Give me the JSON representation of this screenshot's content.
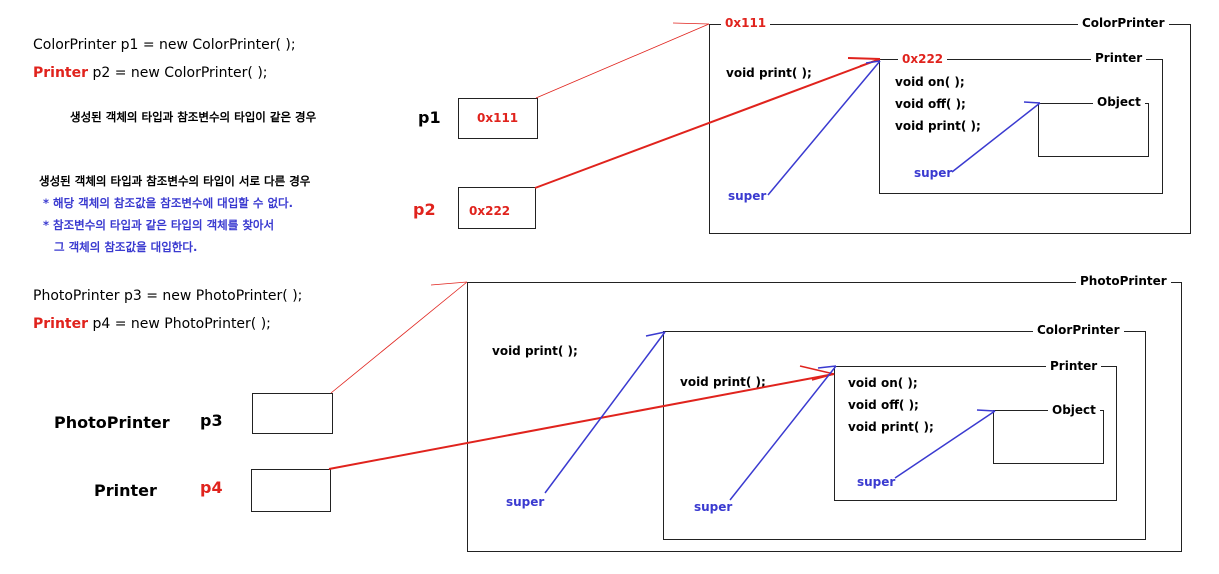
{
  "colors": {
    "red": "#e0231d",
    "blue": "#3a3ad0",
    "black": "#222222"
  },
  "code": {
    "line1": "ColorPrinter  p1 = new ColorPrinter( );",
    "line2_kw": "Printer",
    "line2_rest": " p2 = new ColorPrinter( );",
    "line3": "PhotoPrinter p3 = new PhotoPrinter( );",
    "line4_kw": "Printer",
    "line4_rest": " p4 = new PhotoPrinter( );"
  },
  "notes": {
    "same": "생성된 객체의 타입과 참조변수의 타입이 같은 경우",
    "diff": "생성된 객체의 타입과 참조변수의 타입이 서로 다른 경우",
    "bullet1": "* 해당 객체의 참조값을 참조변수에 대입할 수 없다.",
    "bullet2a": "* 참조변수의 타입과 같은 타입의 객체를 찾아서",
    "bullet2b": "그 객체의 참조값을 대입한다."
  },
  "vars": {
    "p1": "p1",
    "p1_value": "0x111",
    "p2": "p2",
    "p2_value": "0x222",
    "p3_type": "PhotoPrinter",
    "p3": "p3",
    "p4_type": "Printer",
    "p4": "p4"
  },
  "top": {
    "colorprinter": {
      "title": "ColorPrinter",
      "address": "0x111",
      "method": "void print( );",
      "super": "super"
    },
    "printer": {
      "title": "Printer",
      "address": "0x222",
      "methods": [
        "void on( );",
        "void off( );",
        "void print( );"
      ],
      "super": "super"
    },
    "object": {
      "title": "Object"
    }
  },
  "bottom": {
    "photoprinter": {
      "title": "PhotoPrinter",
      "method": "void print( );",
      "super": "super"
    },
    "colorprinter": {
      "title": "ColorPrinter",
      "method": "void print( );",
      "super": "super"
    },
    "printer": {
      "title": "Printer",
      "methods": [
        "void on( );",
        "void off( );",
        "void print( );"
      ],
      "super": "super"
    },
    "object": {
      "title": "Object"
    }
  }
}
